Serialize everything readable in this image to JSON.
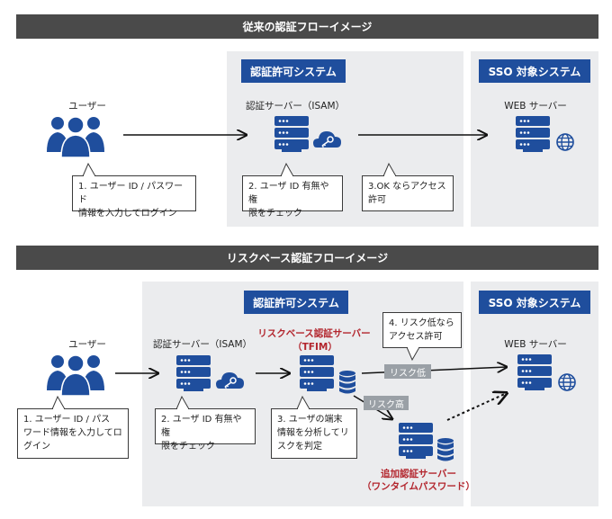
{
  "colors": {
    "banner": "#4a4a4a",
    "panel": "#ebecee",
    "accent": "#1f4e9d",
    "alert": "#b3262e",
    "pill": "#9aa0a6"
  },
  "section1": {
    "title": "従来の認証フローイメージ",
    "auth_tag": "認証許可システム",
    "sso_tag": "SSO 対象システム",
    "user_label": "ユーザー",
    "isam_label": "認証サーバー（ISAM）",
    "web_label": "WEB サーバー",
    "notes": [
      "1. ユーザー ID / パスワード\n情報を入力してログイン",
      "2. ユーザ ID 有無や権\n限をチェック",
      "3.OK ならアクセス\n許可"
    ]
  },
  "section2": {
    "title": "リスクベース認証フローイメージ",
    "auth_tag": "認証許可システム",
    "sso_tag": "SSO 対象システム",
    "user_label": "ユーザー",
    "isam_label": "認証サーバー（ISAM）",
    "tfim_label": [
      "リスクベース認証サーバー",
      "（TFIM）"
    ],
    "web_label": "WEB サーバー",
    "extra_label": [
      "追加認証サーバー",
      "（ワンタイムパスワード）"
    ],
    "risk_low": "リスク低",
    "risk_high": "リスク高",
    "notes": [
      "1. ユーザー ID / パス\nワード情報を入力してロ\nグイン",
      "2. ユーザ ID 有無や権\n限をチェック",
      "3. ユーザの端末\n情報を分析してリ\nスクを判定",
      "4. リスク低なら\nアクセス許可"
    ]
  },
  "icons": [
    "users-icon",
    "server-icon",
    "key-cloud-icon",
    "globe-icon",
    "database-icon"
  ]
}
